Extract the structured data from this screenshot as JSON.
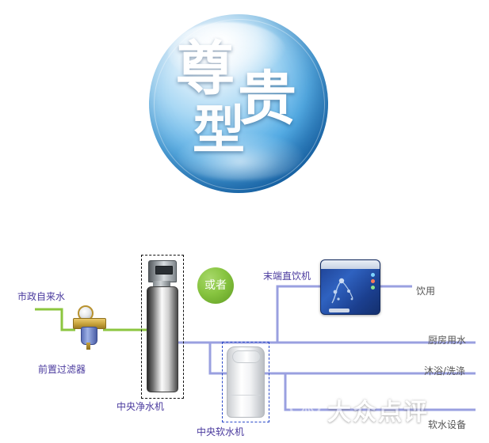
{
  "logo": {
    "chars": [
      "尊",
      "贵",
      "型"
    ],
    "sphere_color": "#1a74bd"
  },
  "diagram": {
    "or_badge": "或者",
    "labels": {
      "municipal_water": "市政自来水",
      "pre_filter": "前置过滤器",
      "central_purifier": "中央净水机",
      "central_softener": "中央软水机",
      "terminal_drinker": "末端直饮机",
      "drinking": "饮用",
      "kitchen_water": "厨房用水",
      "bath_laundry": "沐浴/洗涤",
      "soft_water_equipment": "软水设备"
    },
    "colors": {
      "green_pipe": "#8cc63f",
      "purple_pipe": "#9aa0e0",
      "label_text": "#4a3a9e",
      "gray_text": "#555555",
      "dash_black": "#111111",
      "dash_blue": "#2b49c8"
    }
  },
  "watermark": {
    "text": "大众点评",
    "badge_glyph": "点"
  }
}
